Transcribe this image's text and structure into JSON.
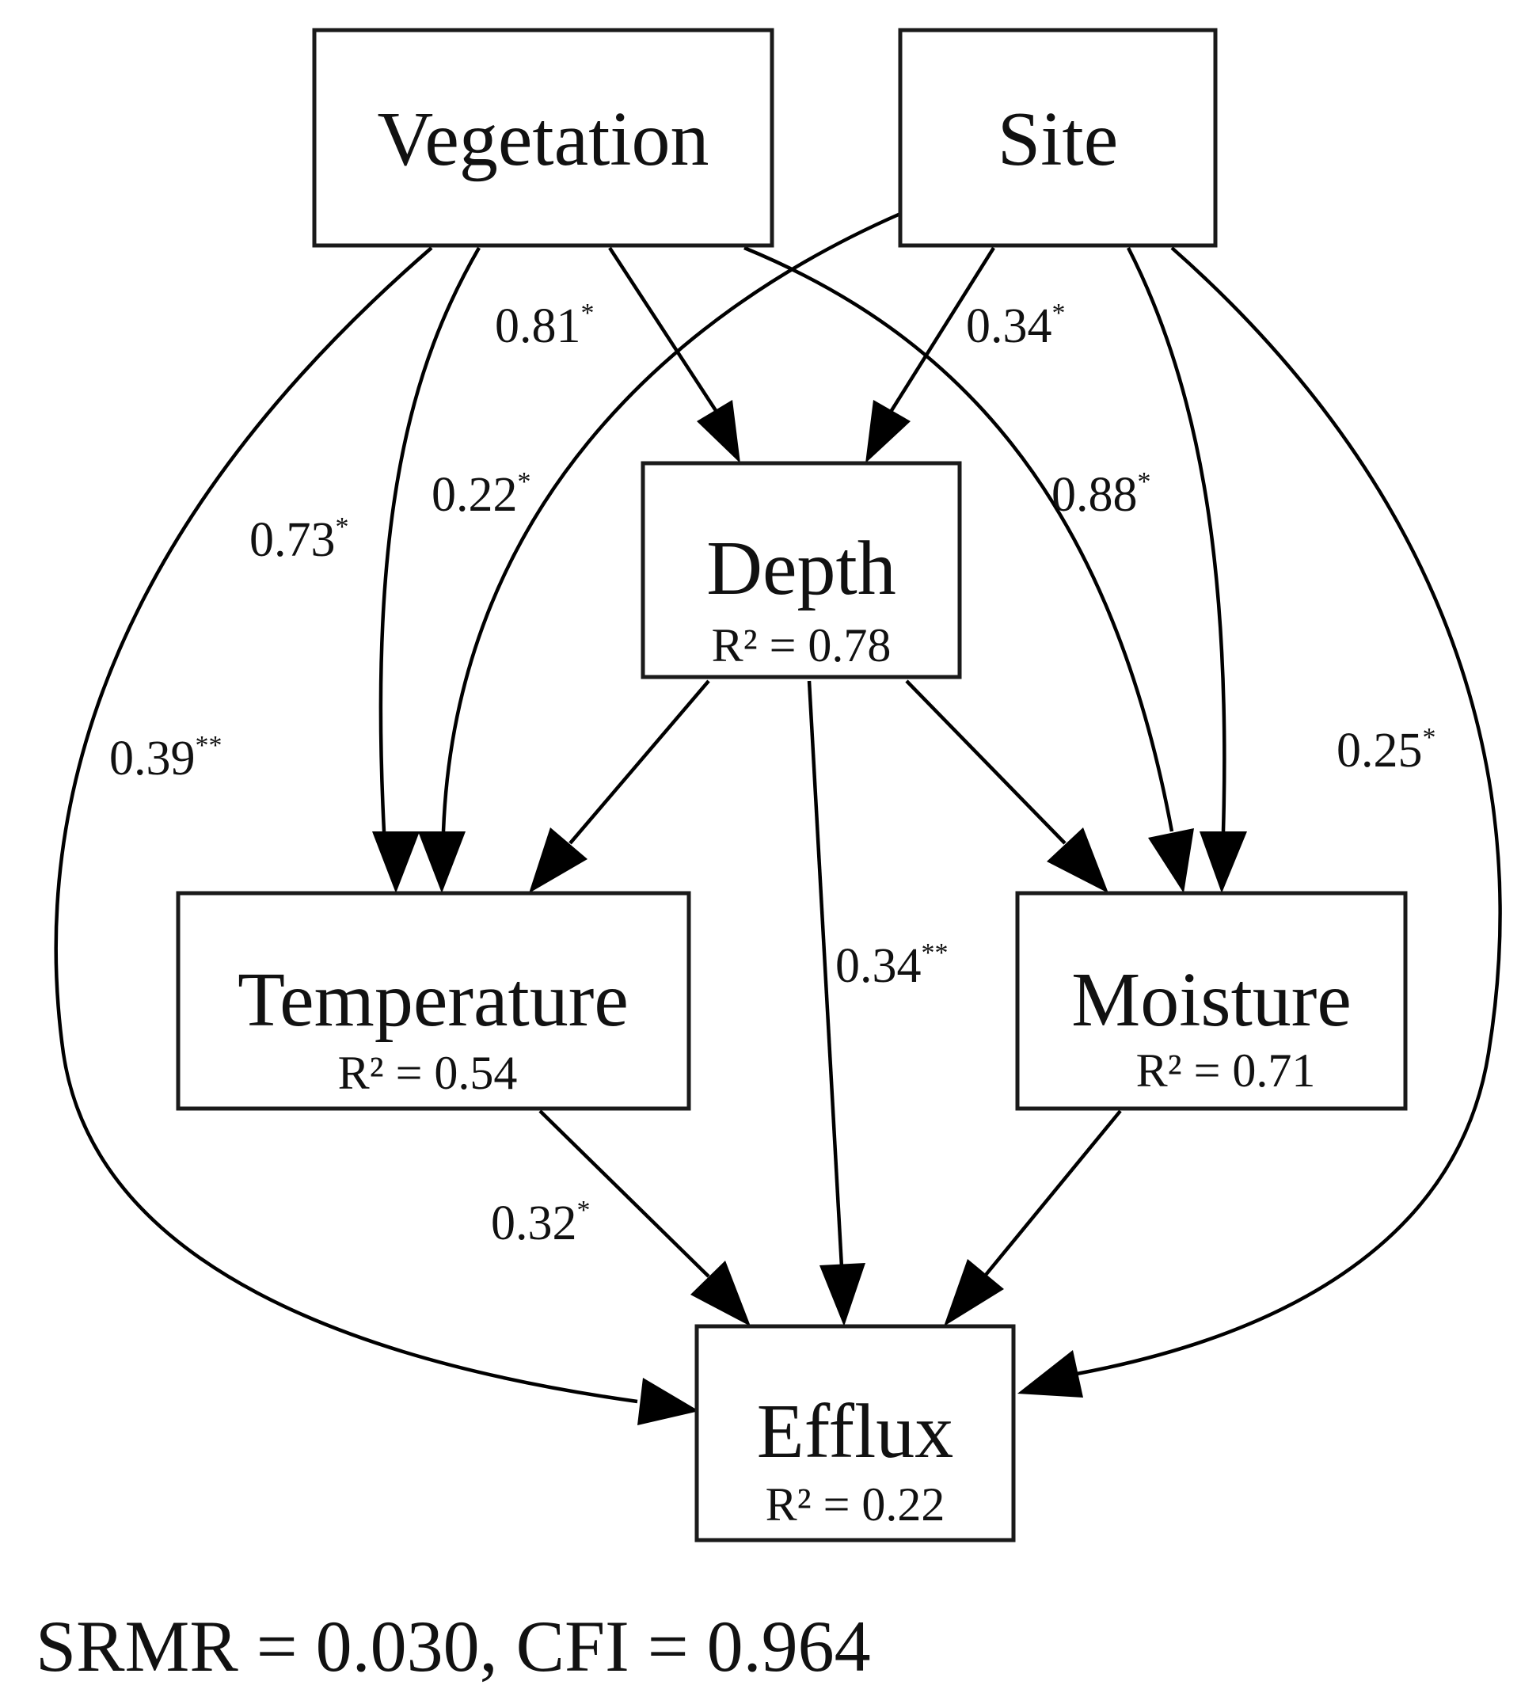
{
  "nodes": {
    "vegetation": {
      "label": "Vegetation"
    },
    "site": {
      "label": "Site"
    },
    "depth": {
      "label": "Depth",
      "r2": "R² = 0.78"
    },
    "temperature": {
      "label": "Temperature",
      "r2": "R² = 0.54"
    },
    "moisture": {
      "label": "Moisture",
      "r2": "R² = 0.71"
    },
    "efflux": {
      "label": "Efflux",
      "r2": "R² = 0.22"
    }
  },
  "paths": [
    {
      "from": "Vegetation",
      "to": "Depth",
      "value": "0.81",
      "sig": "*"
    },
    {
      "from": "Site",
      "to": "Depth",
      "value": "0.34",
      "sig": "*"
    },
    {
      "from": "Site",
      "to": "Temperature",
      "value": "0.22",
      "sig": "*"
    },
    {
      "from": "Vegetation",
      "to": "Temperature",
      "value": "0.73",
      "sig": "*"
    },
    {
      "from": "Vegetation",
      "to": "Moisture",
      "value": "0.88",
      "sig": "*"
    },
    {
      "from": "Vegetation",
      "to": "Efflux",
      "value": "0.39",
      "sig": "**"
    },
    {
      "from": "Site",
      "to": "Efflux",
      "value": "0.25",
      "sig": "*"
    },
    {
      "from": "Depth",
      "to": "Efflux",
      "value": "0.34",
      "sig": "**"
    },
    {
      "from": "Temperature",
      "to": "Efflux",
      "value": "0.32",
      "sig": "*"
    },
    {
      "from": "Site",
      "to": "Moisture",
      "value": "",
      "sig": ""
    },
    {
      "from": "Depth",
      "to": "Temperature",
      "value": "",
      "sig": ""
    },
    {
      "from": "Depth",
      "to": "Moisture",
      "value": "",
      "sig": ""
    },
    {
      "from": "Moisture",
      "to": "Efflux",
      "value": "",
      "sig": ""
    }
  ],
  "fit_indices": "SRMR = 0.030, CFI = 0.964"
}
